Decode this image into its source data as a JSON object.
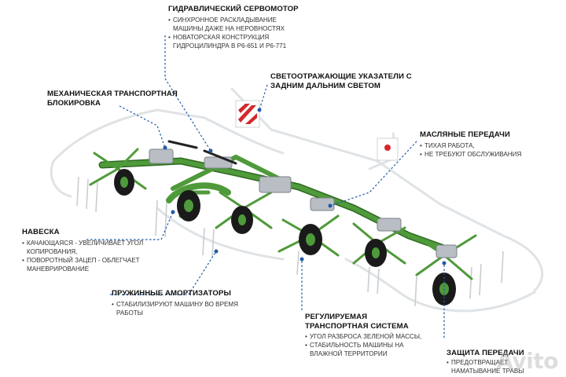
{
  "callouts": {
    "servo": {
      "title": "ГИДРАВЛИЧЕСКИЙ СЕРВОМОТОР",
      "items": [
        "СИНХРОННОЕ РАСКЛАДЫВАНИЕ",
        "МАШИНЫ ДАЖЕ НА НЕРОВНОСТЯХ",
        "НОВАТОРСКАЯ КОНСТРУКЦИЯ",
        "ГИДРОЦИЛИНДРА В Р6-651 И Р6-771"
      ]
    },
    "reflectors": {
      "title_line1": "СВЕТООТРАЖАЮЩИЕ УКАЗАТЕЛИ С",
      "title_line2": "ЗАДНИМ ДАЛЬНИМ СВЕТОМ"
    },
    "lock": {
      "title_line1": "МЕХАНИЧЕСКАЯ ТРАНСПОРТНАЯ",
      "title_line2": "БЛОКИРОВКА"
    },
    "gears": {
      "title": "МАСЛЯНЫЕ ПЕРЕДАЧИ",
      "items": [
        "ТИХАЯ РАБОТА,",
        "НЕ ТРЕБУЮТ ОБСЛУЖИВАНИЯ"
      ]
    },
    "hitch": {
      "title": "НАВЕСКА",
      "items": [
        "КАЧАЮЩАЯСЯ - УВЕЛИЧИВАЕТ УГОЛ",
        "КОПИРОВАНИЯ,",
        "ПОВОРОТНЫЙ ЗАЦЕП - ОБЛЕГЧАЕТ",
        "МАНЕВРИРОВАНИЕ"
      ]
    },
    "springs": {
      "title": "ПРУЖИННЫЕ АМОРТИЗАТОРЫ",
      "items": [
        "СТАБИЛИЗИРУЮТ МАШИНУ ВО ВРЕМЯ",
        "РАБОТЫ"
      ]
    },
    "transport": {
      "title_line1": "РЕГУЛИРУЕМАЯ",
      "title_line2": "ТРАНСПОРТНАЯ СИСТЕМА",
      "items": [
        "УГОЛ РАЗБРОСА ЗЕЛЕНОЙ МАССЫ,",
        "СТАБИЛЬНОСТЬ МАШИНЫ НА",
        "ВЛАЖНОЙ ТЕРРИТОРИИ"
      ]
    },
    "protection": {
      "title": "ЗАЩИТА ПЕРЕДАЧИ",
      "items": [
        "ПРЕДОТВРАЩАЕТ",
        "НАМАТЫВАНИЕ ТРАВЫ"
      ]
    }
  },
  "watermark": "Avito",
  "colors": {
    "frame_green": "#4f9a3a",
    "frame_green_dark": "#2f6b22",
    "tine_white": "#e9ecee",
    "wheel_black": "#1a1a1a",
    "leader_blue": "#1f5aa6",
    "reflector_red": "#d4282a"
  }
}
